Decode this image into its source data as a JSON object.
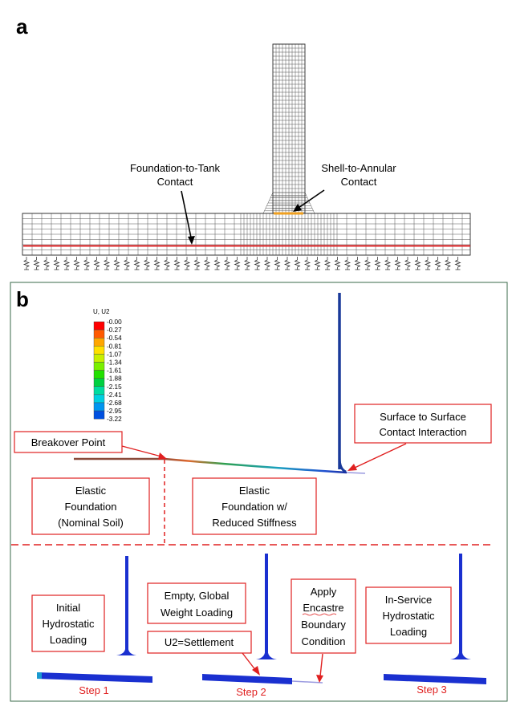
{
  "panel_a": {
    "label": "a",
    "annotations": {
      "foundation_to_tank": [
        "Foundation-to-Tank",
        "Contact"
      ],
      "shell_to_annular": [
        "Shell-to-Annular",
        "Contact"
      ]
    }
  },
  "panel_b": {
    "label": "b",
    "legend": {
      "title": "U, U2",
      "values": [
        "-0.00",
        "-0.27",
        "-0.54",
        "-0.81",
        "-1.07",
        "-1.34",
        "-1.61",
        "-1.88",
        "-2.15",
        "-2.41",
        "-2.68",
        "-2.95",
        "-3.22"
      ],
      "colors": [
        "#ff0000",
        "#ff5a00",
        "#ffa600",
        "#ffe000",
        "#c8f000",
        "#7af000",
        "#22e000",
        "#00d040",
        "#00dca0",
        "#00d0e0",
        "#0096f0",
        "#0050e0",
        "#0000ff"
      ]
    },
    "boxes": {
      "breakover_point": [
        "Breakover Point"
      ],
      "surface_contact": [
        "Surface to Surface",
        "Contact Interaction"
      ],
      "elastic_nominal": [
        "Elastic",
        "Foundation",
        "(Nominal Soil)"
      ],
      "elastic_reduced": [
        "Elastic",
        "Foundation w/",
        "Reduced Stiffness"
      ],
      "initial_hydrostatic": [
        "Initial",
        "Hydrostatic",
        "Loading"
      ],
      "empty_global": [
        "Empty, Global",
        "Weight Loading"
      ],
      "u2_settlement": [
        "U2=Settlement"
      ],
      "apply_encastre": [
        "Apply",
        "Encastre",
        "Boundary",
        "Condition"
      ],
      "in_service": [
        "In-Service",
        "Hydrostatic",
        "Loading"
      ]
    },
    "steps": [
      "Step 1",
      "Step 2",
      "Step 3"
    ]
  }
}
